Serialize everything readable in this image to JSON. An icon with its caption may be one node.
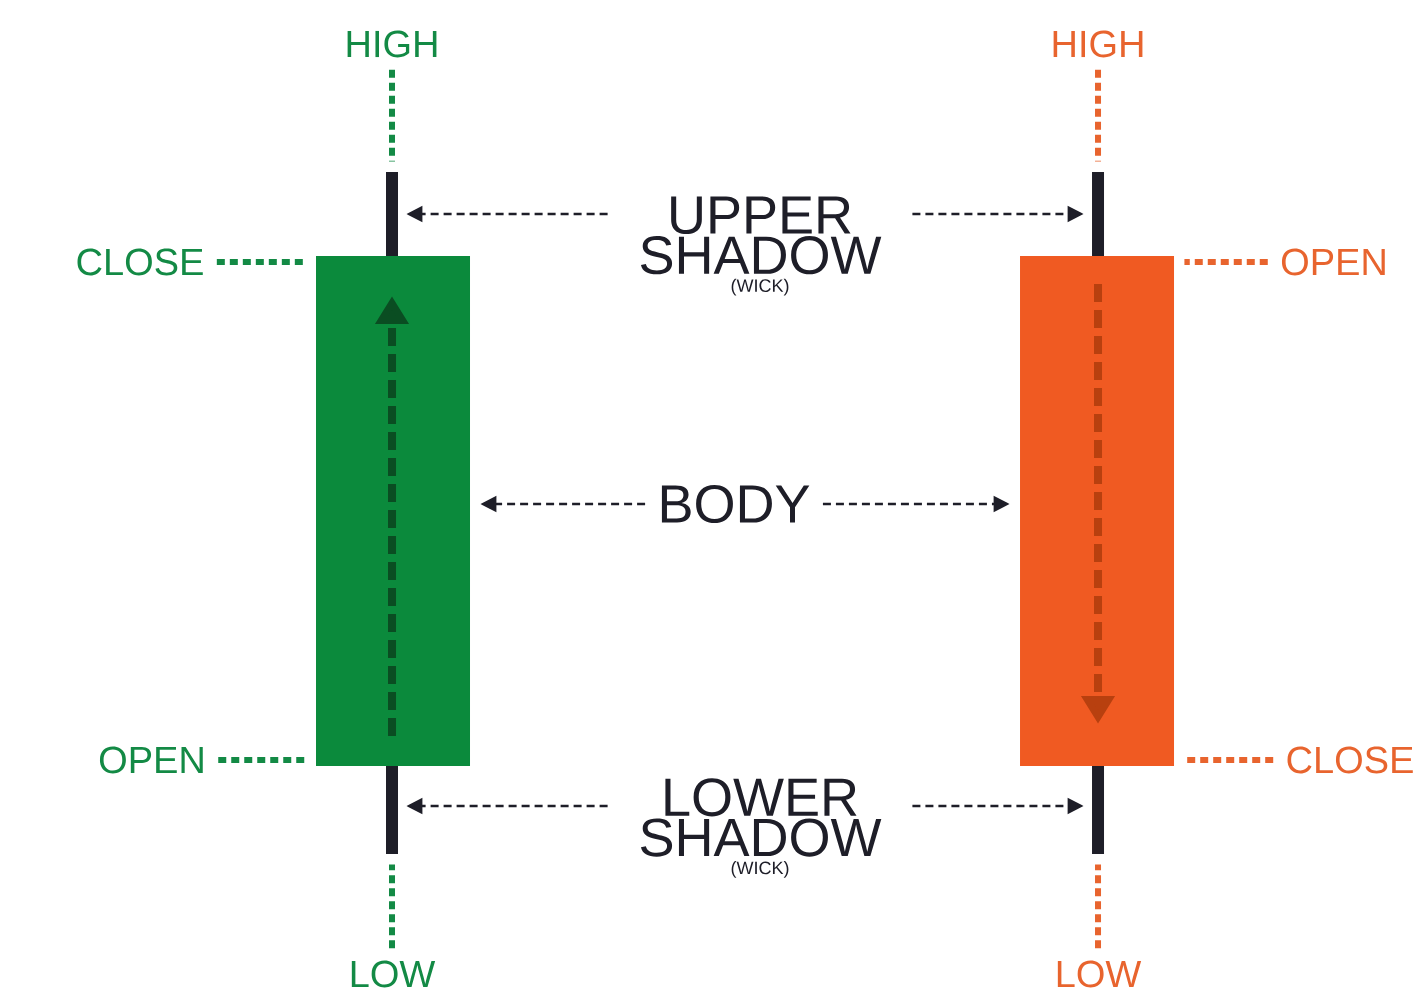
{
  "diagram": {
    "nodes": [
      {
        "text": [
          "HIGH"
        ]
      },
      {
        "text": [
          "HIGH"
        ]
      },
      {
        "text": [],
        "shape": "bar"
      },
      {
        "text": [
          "UPPER SHADOW",
          "(WICK)"
        ]
      },
      {
        "text": [],
        "shape": "bar"
      },
      {
        "text": [
          "CLOSE"
        ]
      },
      {
        "text": [],
        "shape": "box"
      },
      {
        "text": [],
        "shape": "box"
      },
      {
        "text": [
          "OPEN"
        ]
      },
      {
        "text": [
          "BODY"
        ]
      },
      {
        "text": [
          "OPEN"
        ]
      },
      {
        "text": [
          "CLOSE"
        ]
      },
      {
        "text": [],
        "shape": "bar"
      },
      {
        "text": [
          "LOWER SHADOW",
          "(WICK)"
        ]
      },
      {
        "text": [],
        "shape": "bar"
      },
      {
        "text": [
          "LOW"
        ]
      },
      {
        "text": [
          "LOW"
        ]
      }
    ],
    "edges": [
      {
        "from": 0,
        "to": 2,
        "arrow": "none",
        "style": "dashed",
        "color": "#138a45"
      },
      {
        "from": 1,
        "to": 4,
        "arrow": "none",
        "style": "dashed",
        "color": "#e8642e"
      },
      {
        "from": 3,
        "to": 2,
        "arrow": "to",
        "style": "dashed"
      },
      {
        "from": 3,
        "to": 4,
        "arrow": "to",
        "style": "dashed"
      },
      {
        "from": 5,
        "to": 6,
        "arrow": "none",
        "style": "dashed",
        "color": "#138a45"
      },
      {
        "from": 8,
        "to": 7,
        "arrow": "none",
        "style": "dashed",
        "color": "#e8642e"
      },
      {
        "from": 9,
        "to": 6,
        "arrow": "to",
        "style": "dashed"
      },
      {
        "from": 9,
        "to": 7,
        "arrow": "to",
        "style": "dashed"
      },
      {
        "from": 10,
        "to": 6,
        "arrow": "none",
        "style": "dashed",
        "color": "#138a45"
      },
      {
        "from": 11,
        "to": 7,
        "arrow": "none",
        "style": "dashed",
        "color": "#e8642e"
      },
      {
        "from": 13,
        "to": 12,
        "arrow": "to",
        "style": "dashed"
      },
      {
        "from": 13,
        "to": 14,
        "arrow": "to",
        "style": "dashed"
      },
      {
        "from": 15,
        "to": 12,
        "arrow": "none",
        "style": "dashed",
        "color": "#138a45"
      },
      {
        "from": 16,
        "to": 14,
        "arrow": "none",
        "style": "dashed",
        "color": "#e8642e"
      }
    ]
  }
}
